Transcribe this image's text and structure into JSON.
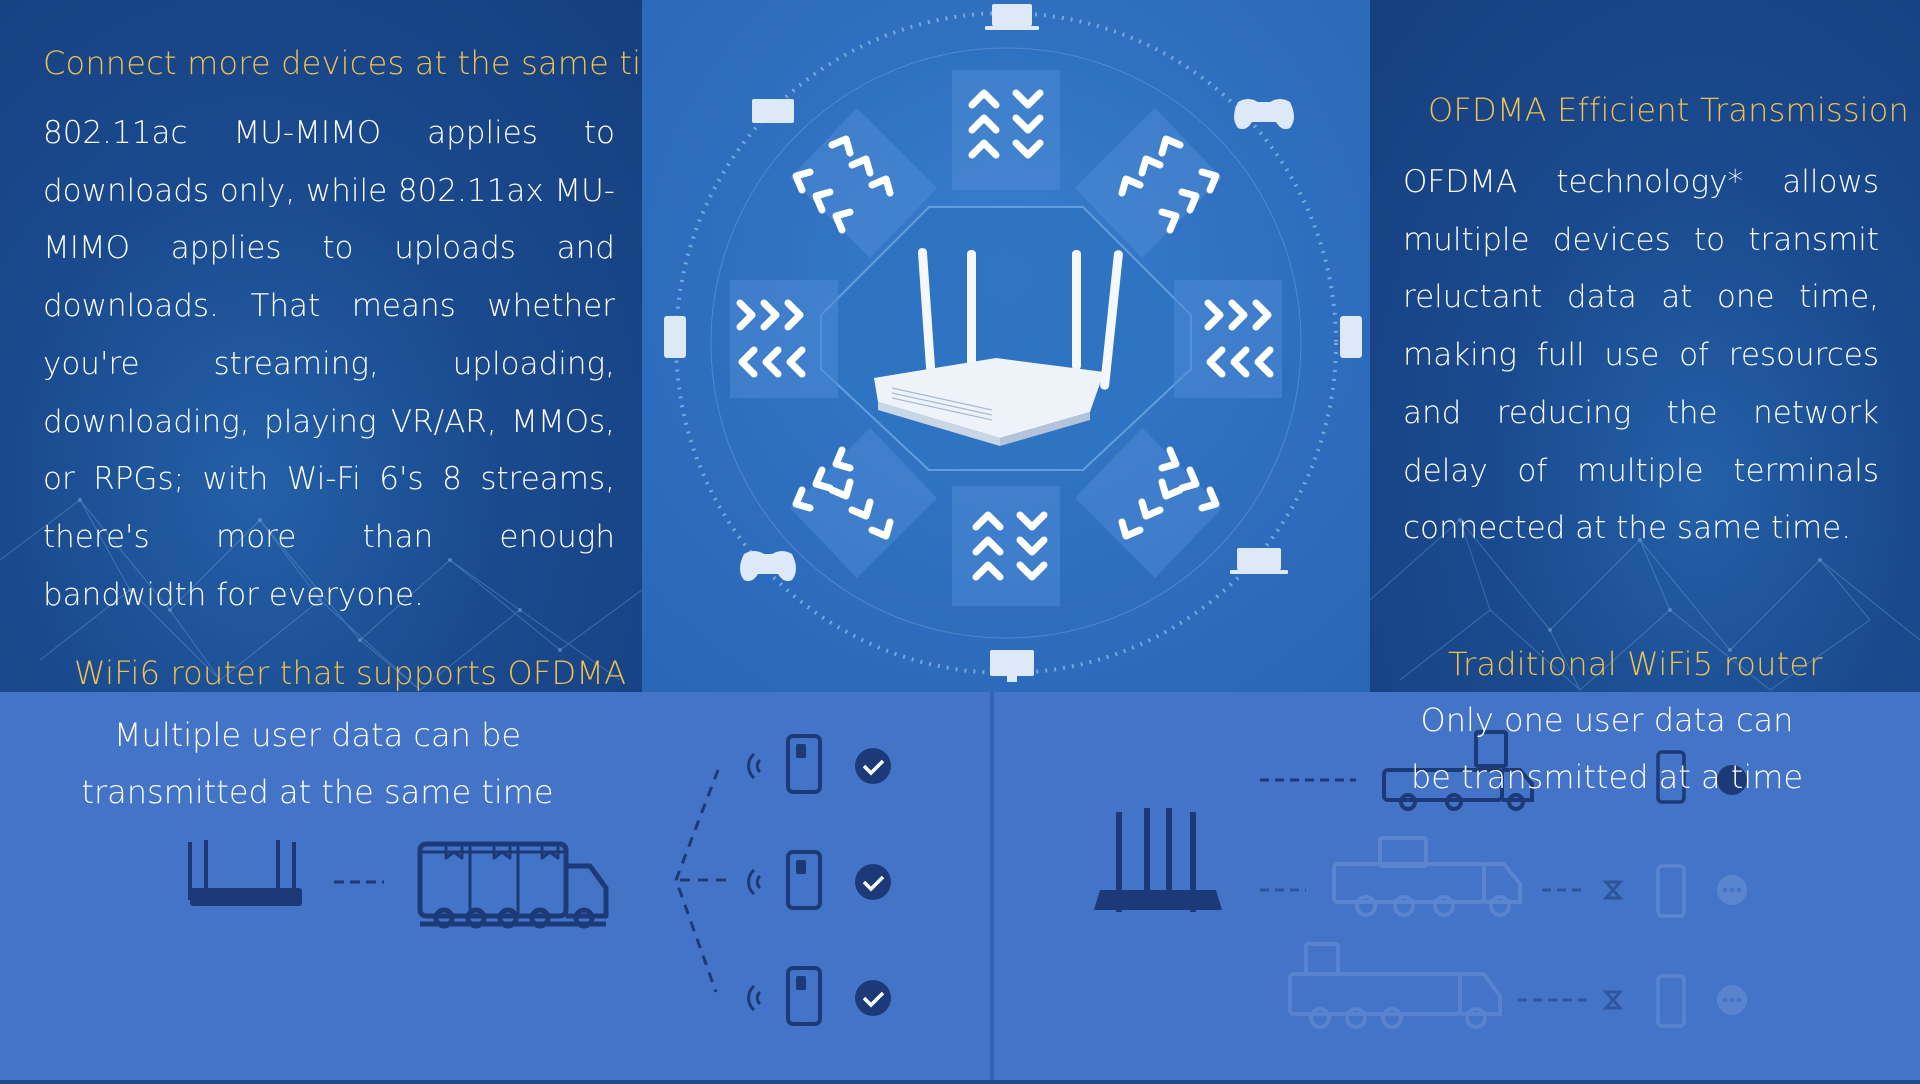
{
  "left": {
    "heading": "Connect more devices at the same time",
    "body": "802.11ac MU-MIMO applies to downloads only, while 802.11ax MU-MIMO applies to uploads and downloads. That means whether you're streaming, uploading, downloading, playing VR/AR, MMOs, or RPGs; with Wi-Fi 6's 8 streams, there's more than enough bandwidth for everyone."
  },
  "right": {
    "heading": "OFDMA Efficient Transmission",
    "body": "OFDMA technology* allows multiple devices to transmit reluctant data at one time, making full use of resources and reducing the network delay of multiple terminals connected at the same time."
  },
  "bottom_left": {
    "heading": "WiFi6 router that supports OFDMA",
    "caption": "Multiple user data can be transmitted at the same time"
  },
  "bottom_right": {
    "heading": "Traditional WiFi5 router",
    "caption": "Only one user data can be transmitted at a time"
  },
  "colors": {
    "accent": "#f2c14e",
    "text": "#ffffff",
    "icon_dark": "#1d3a78",
    "icon_faded": "#6f93d6"
  },
  "icons": [
    "router-icon",
    "laptop-icon",
    "gamepad-icon",
    "phone-icon",
    "monitor-icon",
    "truck-icon",
    "wifi-signal-icon",
    "check-circle-icon",
    "hourglass-icon",
    "ellipsis-circle-icon"
  ]
}
